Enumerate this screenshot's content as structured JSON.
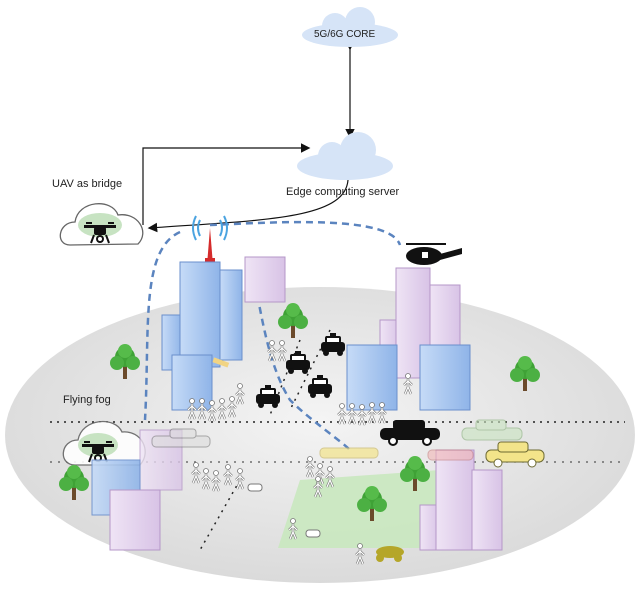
{
  "labels": {
    "core": "5G/6G CORE",
    "edge": "Edge computing server",
    "uav_bridge": "UAV as bridge",
    "flying_fog": "Flying fog"
  },
  "colors": {
    "cloud_fill": "#d6e4f7",
    "ground_fill": "#ececec",
    "building_blue": "#a9c6f0",
    "building_purple": "#e5d5ef",
    "dashed_link": "#5b84bf",
    "park_green": "#c9e8bf",
    "tree_green": "#3fa236"
  }
}
